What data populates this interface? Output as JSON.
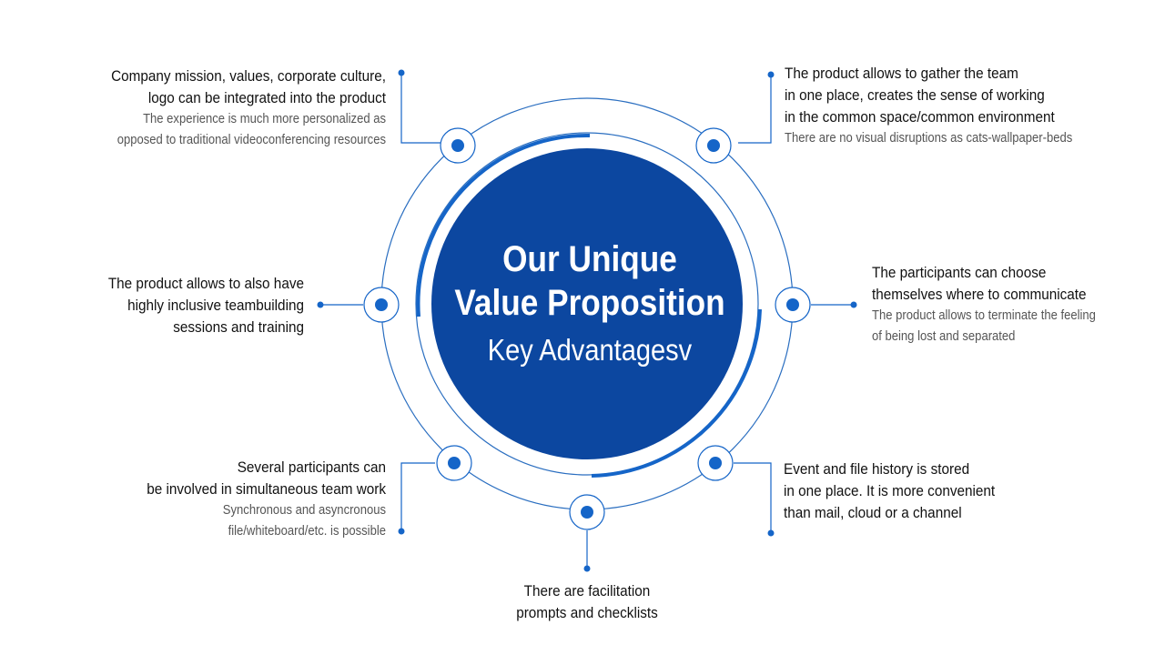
{
  "center": {
    "title_line1": "Our Unique",
    "title_line2": "Value Proposition",
    "subtitle": "Key Advantagesv"
  },
  "items": [
    {
      "title": "Company mission, values, corporate culture,\nlogo can be integrated into the product",
      "desc": "The experience is much more personalized as\nopposed to traditional videoconferencing resources"
    },
    {
      "title": "The product allows to gather the team\nin one place, creates the sense of working\nin the common space/common environment",
      "desc": "There are no visual disruptions as cats-wallpaper-beds"
    },
    {
      "title": "The product allows to also have\nhighly inclusive teambuilding\nsessions and training",
      "desc": ""
    },
    {
      "title": "The participants can choose\nthemselves where to communicate",
      "desc": "The product allows to terminate the feeling\nof being lost and separated"
    },
    {
      "title": "Several participants can\nbe involved in simultaneous team work",
      "desc": "Synchronous and asyncronous\nfile/whiteboard/etc. is possible"
    },
    {
      "title": "Event and file history is stored\nin one place. It is more convenient\nthan mail, cloud or a channel",
      "desc": ""
    },
    {
      "title": "There are facilitation\nprompts and checklists",
      "desc": ""
    }
  ],
  "colors": {
    "primary": "#0c47a0",
    "accent": "#1565c8",
    "outline": "#2a6ec0"
  }
}
